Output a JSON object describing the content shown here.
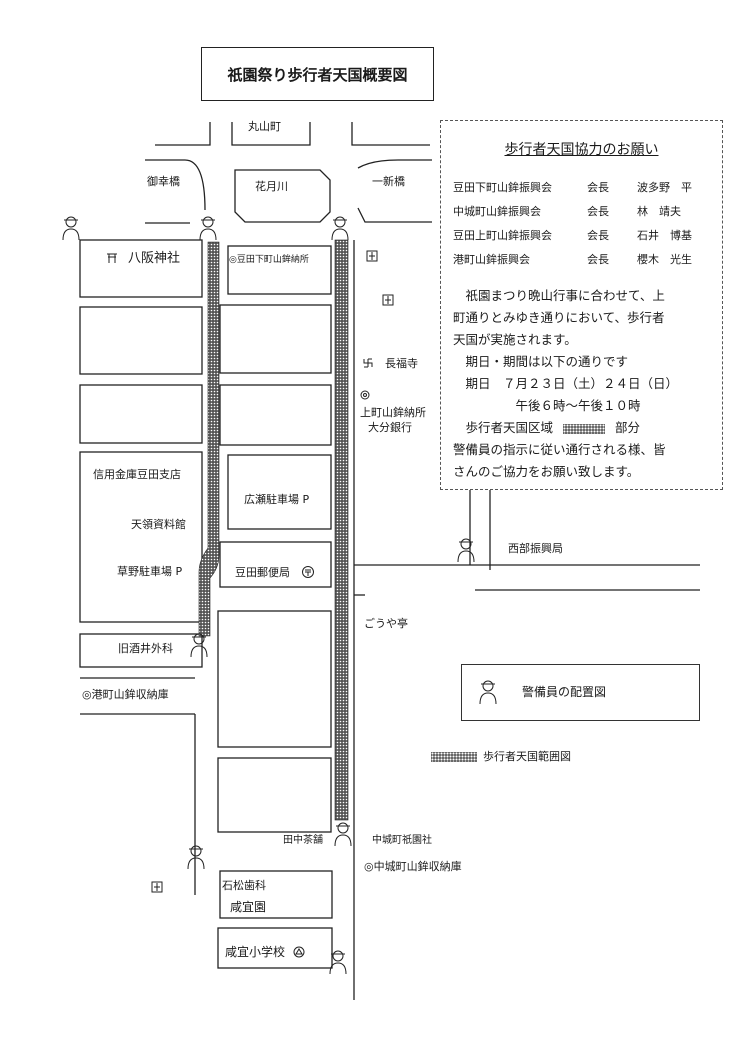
{
  "title": "祇園祭り歩行者天国概要図",
  "places": {
    "maruyama": "丸山町",
    "gokoubashi": "御幸橋",
    "kagetsugawa": "花月川",
    "shinbashi": "一新橋",
    "yasaka": "八阪神社",
    "shimomachi_hoko": "◎豆田下町山鉾納所",
    "chofukuji": "長福寺",
    "kamimachi_hoko": "上町山鉾納所",
    "oita_bank": "大分銀行",
    "shinyo": "信用金庫豆田支店",
    "tenryo": "天領資料館",
    "hirose_parking": "広瀬駐車場 P",
    "kusano_parking": "草野駐車場 P",
    "mameda_post": "豆田郵便局",
    "seibu": "西部振興局",
    "goyatei": "ごうや亭",
    "sakai_clinic": "旧酒井外科",
    "minato_hoko": "◎港町山鉾収納庫",
    "tanaka_tea": "田中茶舗",
    "nakajo_gion": "中城町祇園社",
    "nakajo_hoko": "◎中城町山鉾収納庫",
    "ishimatsu": "石松歯科",
    "kangien": "咸宜園",
    "kangi_school": "咸宜小学校"
  },
  "notice": {
    "title": "歩行者天国協力のお願い",
    "members": [
      {
        "assoc": "豆田下町山鉾振興会",
        "role": "会長",
        "name": "波多野　平"
      },
      {
        "assoc": "中城町山鉾振興会",
        "role": "会長",
        "name": "林　靖夫"
      },
      {
        "assoc": "豆田上町山鉾振興会",
        "role": "会長",
        "name": "石井　博基"
      },
      {
        "assoc": "港町山鉾振興会",
        "role": "会長",
        "name": "櫻木　光生"
      }
    ],
    "lines": [
      "　祇園まつり晩山行事に合わせて、上",
      "町通りとみゆき通りにおいて、歩行者",
      "天国が実施されます。",
      "　期日・期間は以下の通りです",
      "　期日　７月２３日（土）２４日（日）",
      "　　　　　午後６時～午後１０時"
    ],
    "area_prefix": "　歩行者天国区域",
    "area_suffix": "部分",
    "closing": [
      "警備員の指示に従い通行される様、皆",
      "さんのご協力をお願い致します。"
    ]
  },
  "legend": {
    "guard_label": "警備員の配置図",
    "area_label": "歩行者天国範囲図"
  },
  "icons": [
    "torii-icon",
    "temple-icon",
    "hospital-icon",
    "post-office-icon",
    "school-icon",
    "guard-icon"
  ]
}
